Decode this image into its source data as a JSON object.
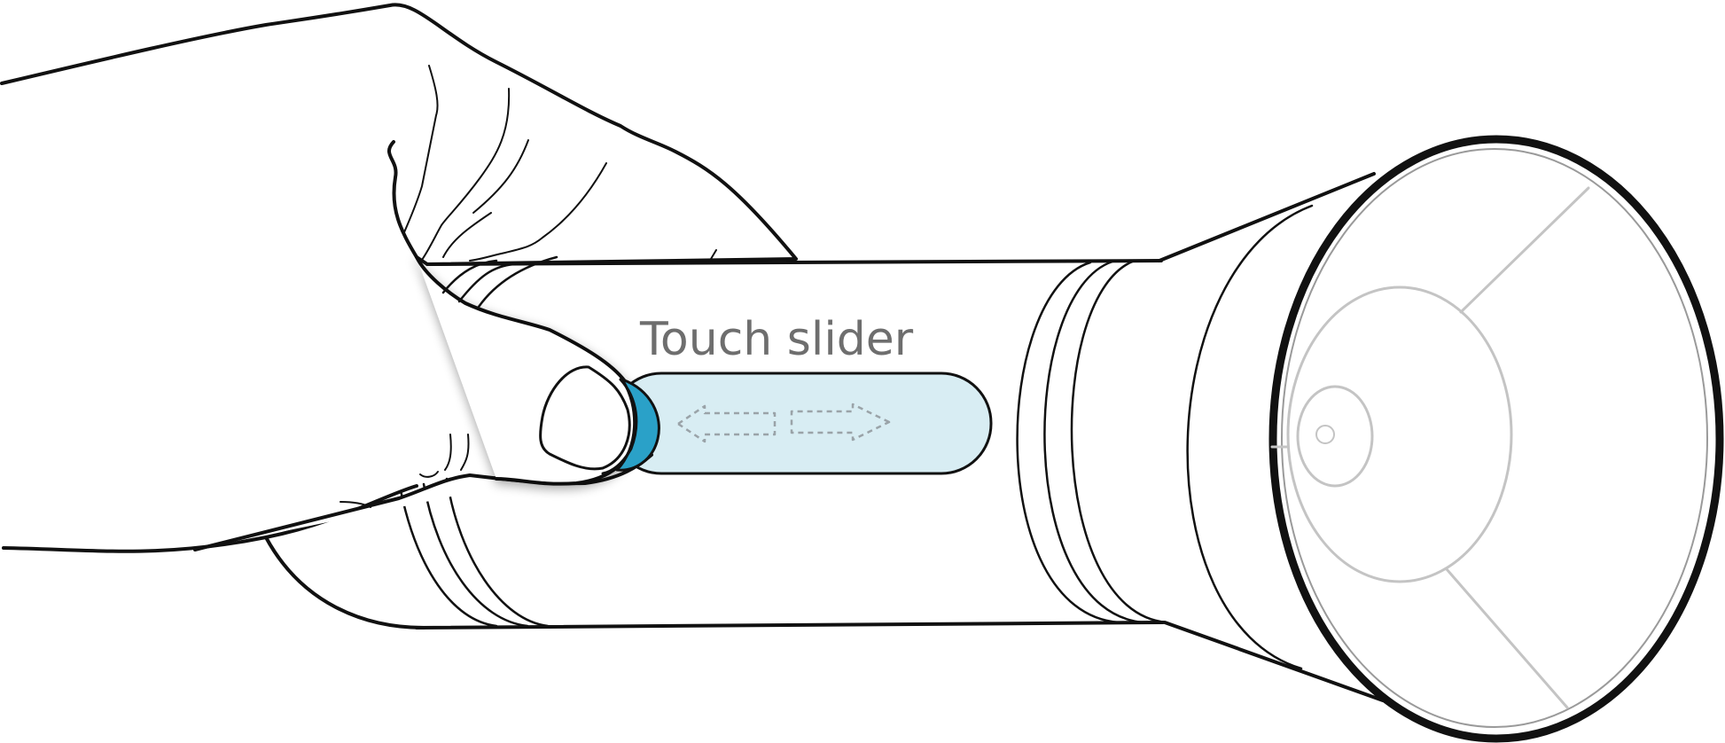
{
  "diagram": {
    "label": "Touch slider",
    "colors": {
      "outline": "#111111",
      "slider_fill": "#d8edf3",
      "contact_dot": "#2aa1c8",
      "lens_lines": "#c4c4c4",
      "arrow_dash": "#9aa3a8",
      "label_text": "#6e6e6e"
    },
    "icons": [
      "hand-illustration",
      "flashlight-illustration",
      "slide-left-arrow-icon",
      "slide-right-arrow-icon"
    ]
  }
}
